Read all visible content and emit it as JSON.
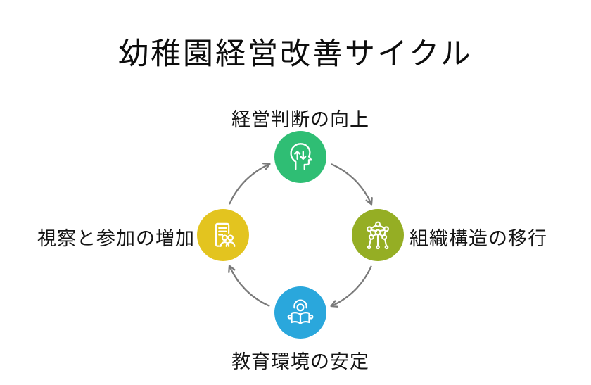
{
  "title": "幼稚園経営改善サイクル",
  "cycle": {
    "direction": "clockwise",
    "nodes": {
      "top": {
        "label": "経営判断の向上",
        "color": "#2fbe74",
        "icon": "head-with-up-down-arrows"
      },
      "right": {
        "label": "組織構造の移行",
        "color": "#95ae24",
        "icon": "network-structure"
      },
      "bottom": {
        "label": "教育環境の安定",
        "color": "#2aa7dc",
        "icon": "person-reading-book"
      },
      "left": {
        "label": "視察と参加の増加",
        "color": "#e3c41f",
        "icon": "document-with-people"
      }
    }
  },
  "arrows": {
    "color": "#7a7a7a"
  },
  "text_color": "#0d0d0d"
}
